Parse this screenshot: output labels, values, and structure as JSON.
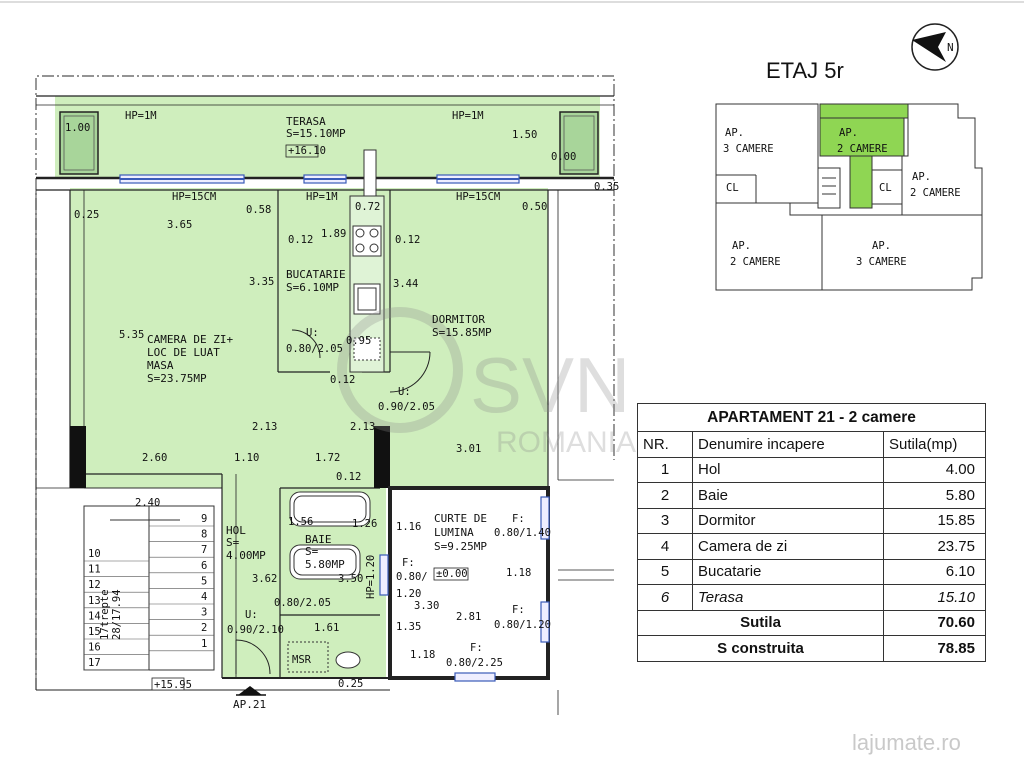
{
  "floor_title": "ETAJ 5r",
  "compass_letter": "N",
  "watermark": {
    "brand": "SVN",
    "sub": "ROMANIA"
  },
  "site_watermark": "lajumate.ro",
  "entrance_label": "AP.21",
  "key_plan": {
    "units": [
      {
        "label1": "AP.",
        "label2": "3 CAMERE"
      },
      {
        "label1": "AP.",
        "label2": "2 CAMERE"
      },
      {
        "label1": "AP.",
        "label2": "2 CAMERE"
      },
      {
        "label1": "AP.",
        "label2": "2 CAMERE"
      },
      {
        "label1": "AP.",
        "label2": "3 CAMERE"
      }
    ],
    "cl_left": "CL",
    "cl_right": "CL"
  },
  "rooms": {
    "terasa": {
      "name": "TERASA",
      "area": "S=15.10MP",
      "level": "+16.10"
    },
    "bucatarie": {
      "name": "BUCATARIE",
      "area": "S=6.10MP"
    },
    "dormitor": {
      "name": "DORMITOR",
      "area": "S=15.85MP"
    },
    "camera": {
      "name1": "CAMERA DE ZI+",
      "name2": "LOC DE LUAT",
      "name3": "MASA",
      "area": "S=23.75MP"
    },
    "hol": {
      "name": "HOL",
      "area1": "S=",
      "area2": "4.00MP"
    },
    "baie": {
      "name": "BAIE",
      "area1": "S=",
      "area2": "5.80MP"
    },
    "curte": {
      "name1": "CURTE DE",
      "name2": "LUMINA",
      "area": "S=9.25MP",
      "level": "±0.00"
    }
  },
  "dims": {
    "hp1": "HP=1M",
    "hp2": "HP=1M",
    "hp15a": "HP=15CM",
    "hp1b": "HP=1M",
    "hp15b": "HP=15CM",
    "d100": "1.00",
    "d150": "1.50",
    "d000": "0.00",
    "d035": "0.35",
    "d025": "0.25",
    "d058": "0.58",
    "d072": "0.72",
    "d050": "0.50",
    "d365": "3.65",
    "d012a": "0.12",
    "d189": "1.89",
    "d012b": "0.12",
    "d335": "3.35",
    "d344": "3.44",
    "d535": "5.35",
    "u1": "U:",
    "u1v": "0.80/2.05",
    "d095": "0.95",
    "d012c": "0.12",
    "u2": "U:",
    "u2v": "0.90/2.05",
    "d213a": "2.13",
    "d213b": "2.13",
    "d301": "3.01",
    "d260": "2.60",
    "d110": "1.10",
    "d172": "1.72",
    "d012d": "0.12",
    "d240": "2.40",
    "d156": "1.56",
    "d126": "1.26",
    "d116": "1.16",
    "f1": "F:",
    "f1v": "0.80/1.40",
    "d118a": "1.18",
    "d362": "3.62",
    "d350": "3.50",
    "hp120": "HP=1.20",
    "f2": "F:",
    "f2v1": "0.80/",
    "f2v2": "1.20",
    "u3v": "0.80/2.05",
    "d330": "3.30",
    "d281": "2.81",
    "f3": "F:",
    "f3v": "0.80/1.20",
    "u4": "U:",
    "u4v": "0.90/2.10",
    "d161": "1.61",
    "d135": "1.35",
    "d118b": "1.18",
    "f4": "F:",
    "f4v": "0.80/2.25",
    "msr": "MSR",
    "d025b": "0.25",
    "stair_level": "+15.95",
    "stair_note1": "17trepte",
    "stair_note2": "28/17.94"
  },
  "stairs_left": [
    "10",
    "11",
    "12",
    "13",
    "14",
    "15",
    "16",
    "17"
  ],
  "stairs_right": [
    "9",
    "8",
    "7",
    "6",
    "5",
    "4",
    "3",
    "2",
    "1"
  ],
  "table": {
    "title": "APARTAMENT 21 - 2 camere",
    "headers": {
      "nr": "NR.",
      "name": "Denumire incapere",
      "area": "Sutila(mp)"
    },
    "rows": [
      {
        "nr": "1",
        "name": "Hol",
        "area": "4.00"
      },
      {
        "nr": "2",
        "name": "Baie",
        "area": "5.80"
      },
      {
        "nr": "3",
        "name": "Dormitor",
        "area": "15.85"
      },
      {
        "nr": "4",
        "name": "Camera de zi",
        "area": "23.75"
      },
      {
        "nr": "5",
        "name": "Bucatarie",
        "area": "6.10"
      },
      {
        "nr": "6",
        "name": "Terasa",
        "area": "15.10"
      }
    ],
    "sutila": {
      "label": "Sutila",
      "value": "70.60"
    },
    "sconstruita": {
      "label": "S construita",
      "value": "78.85"
    }
  },
  "colors": {
    "room_fill": "#cfeebd",
    "key_highlight": "#8fd653",
    "wall": "#222222"
  }
}
